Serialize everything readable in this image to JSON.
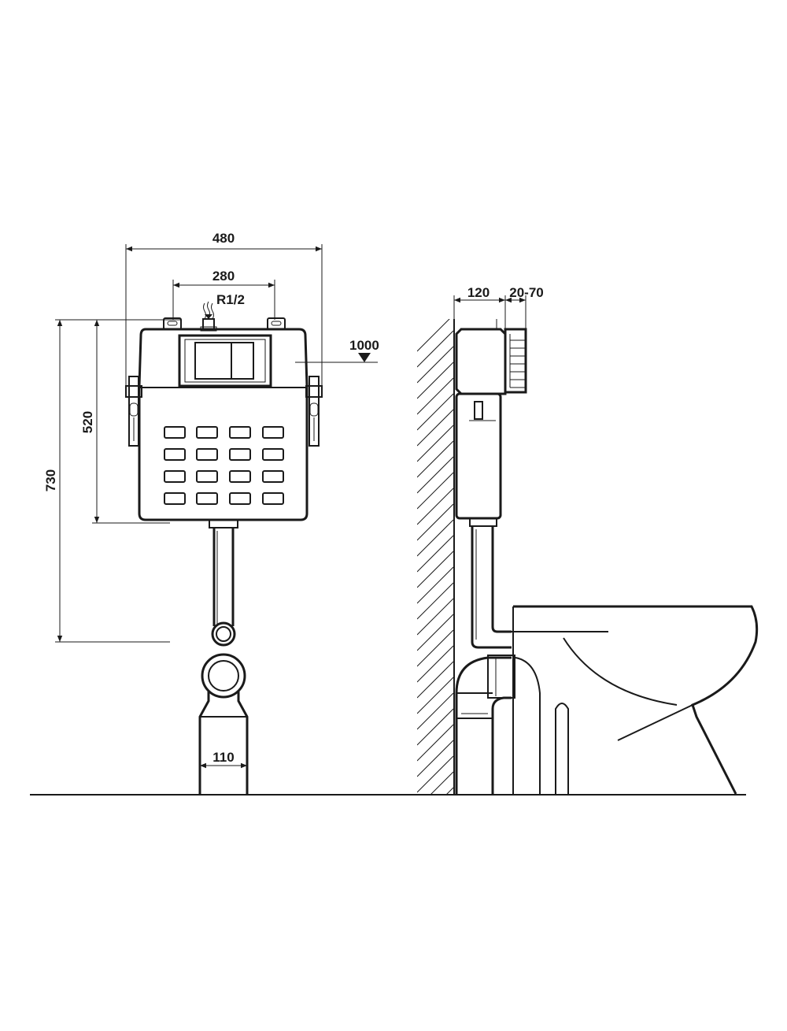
{
  "dimensions": {
    "width_overall": "480",
    "fixing_spacing": "280",
    "inlet_thread": "R1/2",
    "height_total": "730",
    "height_tank": "520",
    "level_mark": "1000",
    "pipe_diameter": "110",
    "depth_tank": "120",
    "depth_adjust": "20-70"
  },
  "colors": {
    "stroke": "#1a1a1a",
    "background": "#ffffff",
    "hatch": "#1a1a1a"
  },
  "icons": {
    "level_marker": "filled-down-triangle",
    "water_inlet": "wavy-arrow-down"
  }
}
